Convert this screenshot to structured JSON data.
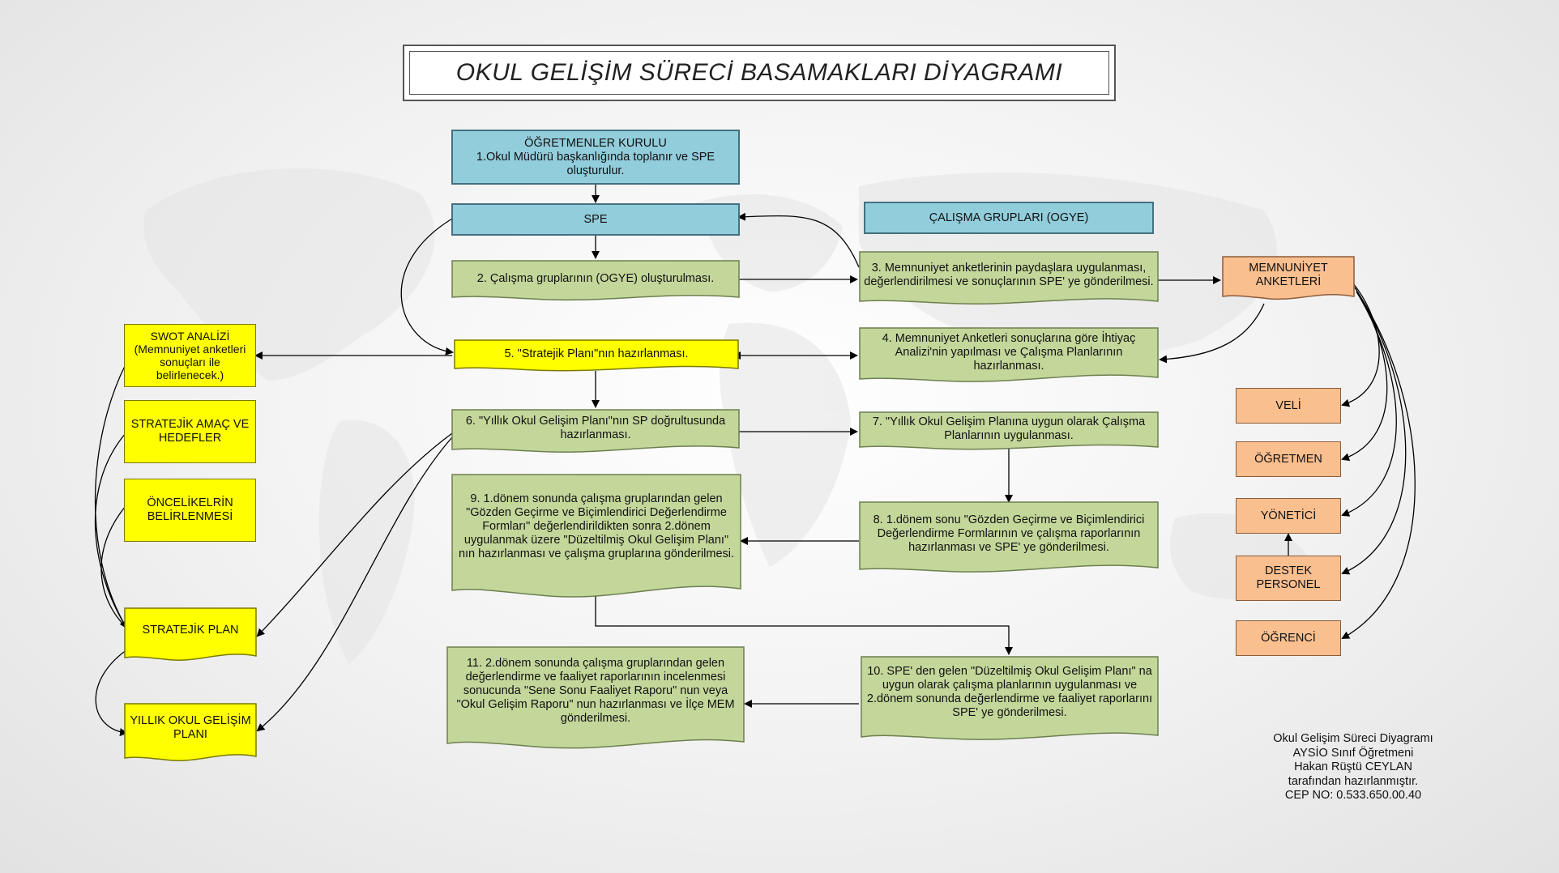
{
  "title": "OKUL GELİŞİM SÜRECİ BASAMAKLARI DİYAGRAMI",
  "boxes": {
    "ogretmenler_kurulu": "ÖĞRETMENLER KURULU\n1.Okul Müdürü başkanlığında toplanır ve SPE oluşturulur.",
    "spe": "SPE",
    "calisma_gruplari": "ÇALIŞMA GRUPLARI (OGYE)",
    "step2": "2. Çalışma gruplarının (OGYE) oluşturulması.",
    "step3": "3. Memnuniyet anketlerinin paydaşlara uygulanması, değerlendirilmesi ve sonuçlarının SPE' ye gönderilmesi.",
    "memnuniyet_anketleri": "MEMNUNİYET ANKETLERİ",
    "swot": "SWOT ANALİZİ (Memnuniyet anketleri sonuçları ile belirlenecek.)",
    "step5": "5. \"Stratejik Planı\"nın hazırlanması.",
    "step4": "4. Memnuniyet Anketleri sonuçlarına göre İhtiyaç Analizi'nin yapılması ve Çalışma Planlarının hazırlanması.",
    "stratejik_amac": "STRATEJİK AMAÇ VE HEDEFLER",
    "step6": "6. \"Yıllık Okul Gelişim Planı\"nın SP doğrultusunda hazırlanması.",
    "step7": "7. \"Yıllık Okul Gelişim Planına uygun olarak Çalışma Planlarının uygulanması.",
    "veli": "VELİ",
    "oncelikler": "ÖNCELİKELRİN BELİRLENMESİ",
    "step9": "9. 1.dönem sonunda çalışma gruplarından gelen \"Gözden Geçirme ve Biçimlendirici Değerlendirme Formları\" değerlendirildikten sonra 2.dönem uygulanmak üzere \"Düzeltilmiş Okul Gelişim Planı\" nın hazırlanması ve çalışma gruplarına gönderilmesi.",
    "step8": "8. 1.dönem sonu \"Gözden Geçirme ve Biçimlendirici Değerlendirme Formlarının ve çalışma raporlarının hazırlanması ve SPE' ye gönderilmesi.",
    "ogretmen": "ÖĞRETMEN",
    "yonetici": "YÖNETİCİ",
    "destek_personel": "DESTEK PERSONEL",
    "stratejik_plan": "STRATEJİK PLAN",
    "ogrenci": "ÖĞRENCİ",
    "step11": "11. 2.dönem sonunda çalışma gruplarından gelen değerlendirme ve faaliyet raporlarının incelenmesi sonucunda \"Sene Sonu Faaliyet Raporu\" nun veya \"Okul Gelişim Raporu\" nun hazırlanması ve İlçe MEM gönderilmesi.",
    "step10": "10. SPE' den gelen \"Düzeltilmiş Okul Gelişim Planı\" na uygun olarak çalışma planlarının uygulanması ve 2.dönem sonunda değerlendirme ve faaliyet raporlarını SPE' ye gönderilmesi.",
    "yillik_okul": "YILLIK OKUL GELİŞİM PLANI"
  },
  "credit": "Okul Gelişim Süreci Diyagramı\nAYSİO Sınıf Öğretmeni\nHakan Rüştü CEYLAN\ntarafından hazırlanmıştır.\nCEP NO: 0.533.650.00.40",
  "colors": {
    "blue": "#92cddc",
    "green": "#c4d79b",
    "yellow": "#ffff00",
    "salmon": "#fabf8f"
  }
}
